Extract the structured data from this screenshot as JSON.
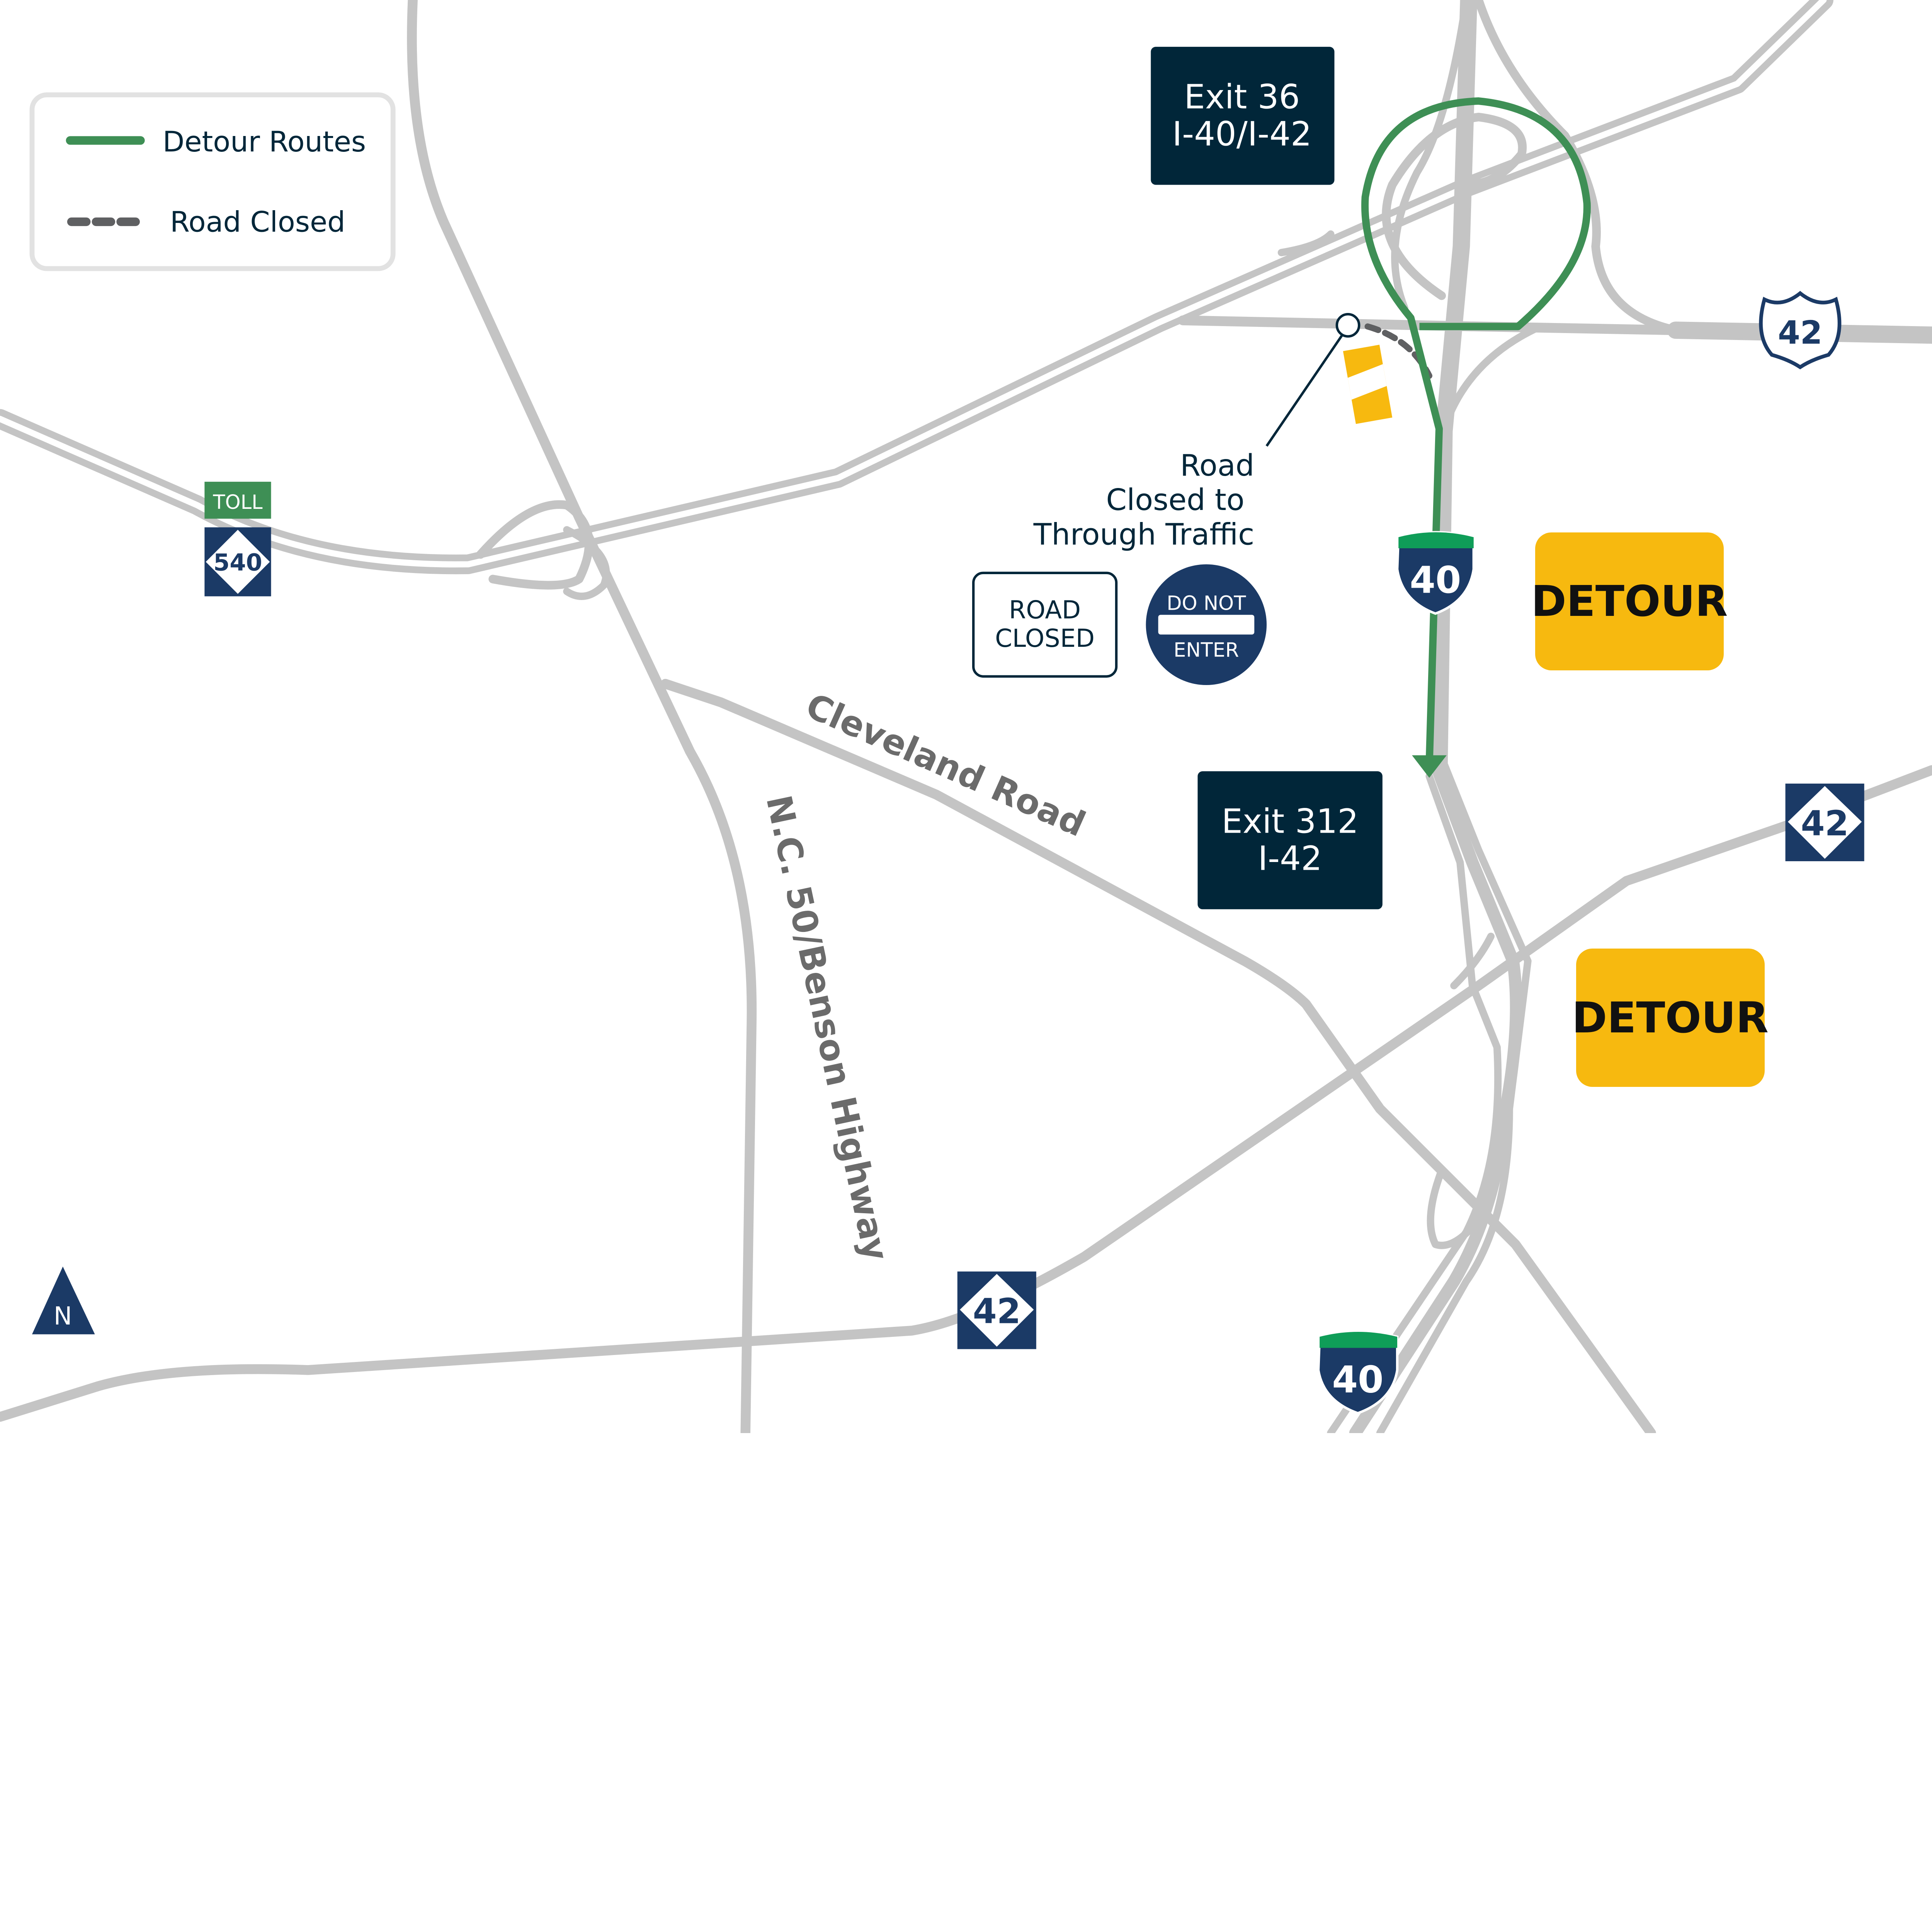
{
  "legend": {
    "items": [
      {
        "label": "Detour Routes",
        "style": "solid",
        "color": "#3e8f55"
      },
      {
        "label": "Road Closed",
        "style": "dashed",
        "color": "#5f6062"
      }
    ]
  },
  "colors": {
    "road": "#c4c4c4",
    "detour": "#3e8f55",
    "navy": "#012639",
    "shield_blue": "#1b3a66",
    "detour_sign": "#f7b90f"
  },
  "exits": [
    {
      "title": "Exit 36",
      "route": "I-40/I-42"
    },
    {
      "title": "Exit 312",
      "route": "I-42"
    }
  ],
  "detour_signs": [
    "DETOUR",
    "DETOUR"
  ],
  "closure_annotation": [
    "Road",
    "Closed to",
    "Through Traffic"
  ],
  "road_closed_sign": [
    "ROAD",
    "CLOSED"
  ],
  "do_not_enter_sign": [
    "DO NOT",
    "ENTER"
  ],
  "road_labels": {
    "cleveland": "Cleveland Road",
    "nc50": "N.C. 50/Benson Highway"
  },
  "shields": {
    "toll_label": "TOLL",
    "nc540": "540",
    "i40_top": "40",
    "i40_bottom": "40",
    "us42": "42",
    "nc42_right": "42",
    "nc42_bottom": "42"
  },
  "north_arrow": "N"
}
